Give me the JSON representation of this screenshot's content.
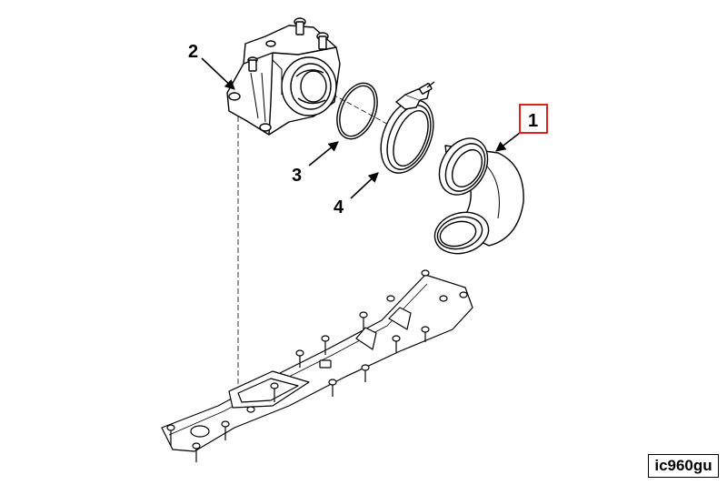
{
  "callouts": {
    "c1": "1",
    "c2": "2",
    "c3": "3",
    "c4": "4"
  },
  "highlight_color": "#d9241c",
  "figure_code": "ic960gu"
}
